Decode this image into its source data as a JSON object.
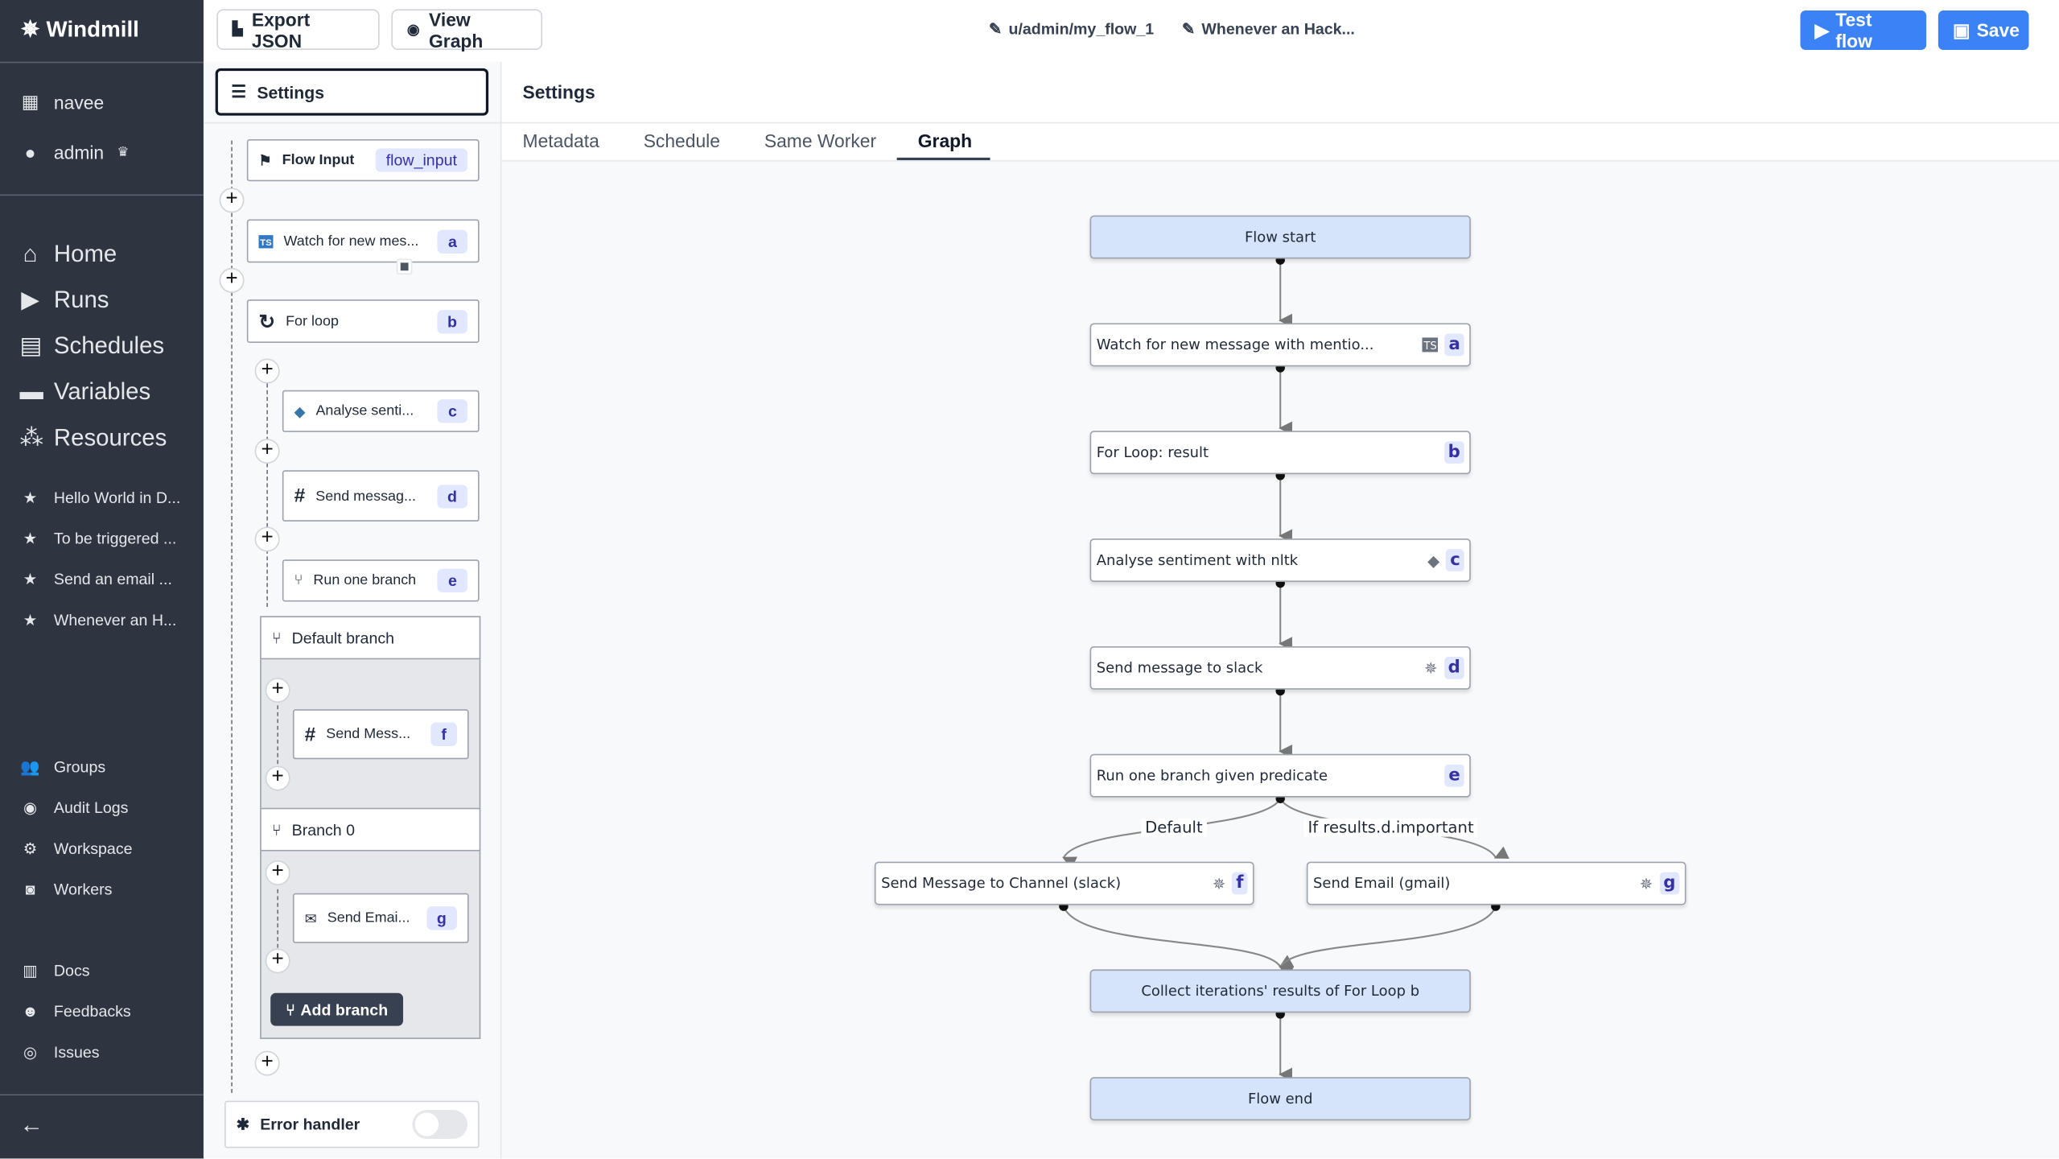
{
  "app": {
    "name": "Windmill"
  },
  "sidebar": {
    "workspace": "navee",
    "user": "admin",
    "main": [
      {
        "label": "Home",
        "icon": "home-icon"
      },
      {
        "label": "Runs",
        "icon": "play-icon"
      },
      {
        "label": "Schedules",
        "icon": "calendar-icon"
      },
      {
        "label": "Variables",
        "icon": "wallet-icon"
      },
      {
        "label": "Resources",
        "icon": "cubes-icon"
      }
    ],
    "favorites": [
      "Hello World in D...",
      "To be triggered ...",
      "Send an email ...",
      "Whenever an H..."
    ],
    "admin": [
      {
        "label": "Groups",
        "icon": "users-icon"
      },
      {
        "label": "Audit Logs",
        "icon": "eye-icon"
      },
      {
        "label": "Workspace",
        "icon": "gear-icon"
      },
      {
        "label": "Workers",
        "icon": "robot-icon"
      }
    ],
    "help": [
      {
        "label": "Docs",
        "icon": "book-icon"
      },
      {
        "label": "Feedbacks",
        "icon": "discord-icon"
      },
      {
        "label": "Issues",
        "icon": "github-icon"
      }
    ]
  },
  "toolbar": {
    "export": "Export JSON",
    "view_graph": "View Graph",
    "path": "u/admin/my_flow_1",
    "summary": "Whenever an Hack...",
    "test": "Test flow",
    "save": "Save",
    "accent": "#3b82f6"
  },
  "flow_panel": {
    "settings": "Settings",
    "flow_input": {
      "label": "Flow Input",
      "badge": "flow_input"
    },
    "modules": [
      {
        "label": "Watch for new mes...",
        "id": "a"
      },
      {
        "label": "For loop",
        "id": "b"
      },
      {
        "label": "Analyse senti...",
        "id": "c"
      },
      {
        "label": "Send messag...",
        "id": "d"
      },
      {
        "label": "Run one branch",
        "id": "e"
      },
      {
        "label": "Send Mess...",
        "id": "f"
      },
      {
        "label": "Send Emai...",
        "id": "g"
      }
    ],
    "default_branch": "Default branch",
    "branch0": "Branch 0",
    "add_branch": "Add branch",
    "error_handler": "Error handler",
    "error_handler_enabled": false
  },
  "settings": {
    "title": "Settings",
    "tabs": [
      "Metadata",
      "Schedule",
      "Same Worker",
      "Graph"
    ],
    "active_tab": "Graph"
  },
  "graph": {
    "start": "Flow start",
    "nodes": [
      {
        "label": "Watch for new message with mentio...",
        "id": "a",
        "lang": "TS"
      },
      {
        "label": "For Loop: result",
        "id": "b"
      },
      {
        "label": "Analyse sentiment with nltk",
        "id": "c",
        "lang": "python"
      },
      {
        "label": "Send message to slack",
        "id": "d",
        "lang": "hub"
      },
      {
        "label": "Run one branch given predicate",
        "id": "e"
      },
      {
        "label": "Send Message to Channel (slack)",
        "id": "f",
        "lang": "hub"
      },
      {
        "label": "Send Email (gmail)",
        "id": "g",
        "lang": "hub"
      }
    ],
    "edge_default": "Default",
    "edge_condition": "If results.d.important",
    "collect": "Collect iterations' results of For Loop b",
    "end": "Flow end"
  }
}
